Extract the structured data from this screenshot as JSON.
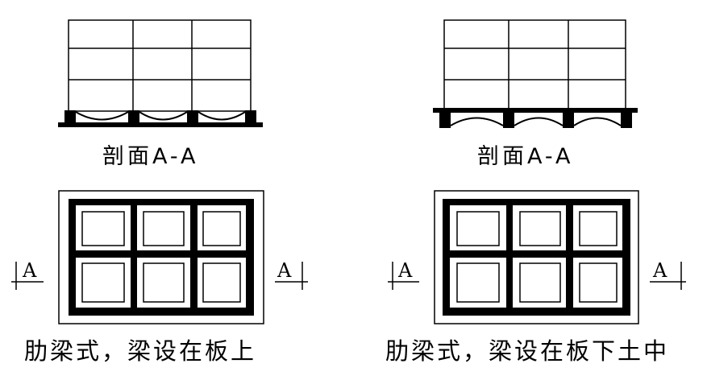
{
  "left_panel": {
    "section_label": "剖面A-A",
    "plan_caption": "肋梁式，梁设在板上",
    "cut_mark_left": "A",
    "cut_mark_right": "A"
  },
  "right_panel": {
    "section_label": "剖面A-A",
    "plan_caption": "肋梁式，梁设在板下土中",
    "cut_mark_left": "A",
    "cut_mark_right": "A"
  }
}
